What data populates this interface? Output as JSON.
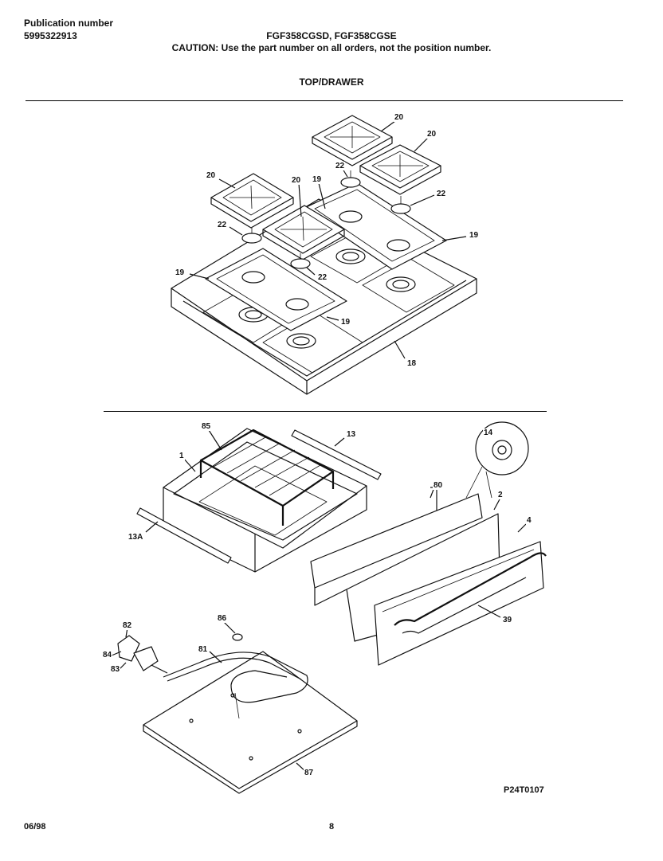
{
  "header": {
    "publication_label": "Publication number",
    "publication_number": "5995322913",
    "models": "FGF358CGSD, FGF358CGSE",
    "caution": "CAUTION:  Use the part number on all orders, not the position number.",
    "section_title": "TOP/DRAWER"
  },
  "top_section": {
    "callouts": [
      "20",
      "20",
      "20",
      "20",
      "22",
      "22",
      "22",
      "22",
      "19",
      "19",
      "19",
      "19",
      "18"
    ]
  },
  "drawer_section": {
    "callouts": [
      "85",
      "13",
      "1",
      "13A",
      "14",
      "80",
      "2",
      "4",
      "39"
    ]
  },
  "broiler_section": {
    "callouts": [
      "86",
      "82",
      "81",
      "84",
      "83",
      "87"
    ]
  },
  "footer": {
    "figure_id": "P24T0107",
    "date": "06/98",
    "page_number": "8"
  }
}
